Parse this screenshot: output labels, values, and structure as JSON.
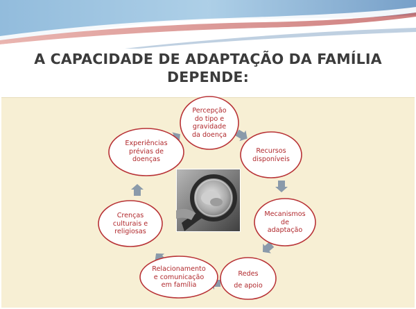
{
  "slide": {
    "title_lines": [
      "A CAPACIDADE DE ADAPTAÇÃO DA FAMÍLIA",
      "DEPENDE:"
    ]
  },
  "diagram": {
    "nodes": [
      {
        "lines": [
          "Percepção",
          "do tipo e",
          "gravidade",
          "da doença"
        ]
      },
      {
        "lines": [
          "Recursos",
          "disponíveis"
        ]
      },
      {
        "lines": [
          "Mecanismos",
          "de",
          "adaptação"
        ]
      },
      {
        "lines": [
          "Redes",
          "de apoio"
        ]
      },
      {
        "lines": [
          "Relacionamento",
          "e comunicação",
          "em família"
        ]
      },
      {
        "lines": [
          "Crenças",
          "culturais e",
          "religiosas"
        ]
      },
      {
        "lines": [
          "Experiências",
          "prévias de",
          "doenças"
        ]
      }
    ]
  },
  "colors": {
    "node_fill": "#ffffff",
    "node_border": "#b83236",
    "node_text": "#b0282c",
    "arrow": "#8a9aaa",
    "content_bg": "#f7efd4",
    "title": "#3b3b3b"
  },
  "icons": {
    "cycle_arrow": "arrow-icon",
    "center_image": "magnifier-photo"
  }
}
